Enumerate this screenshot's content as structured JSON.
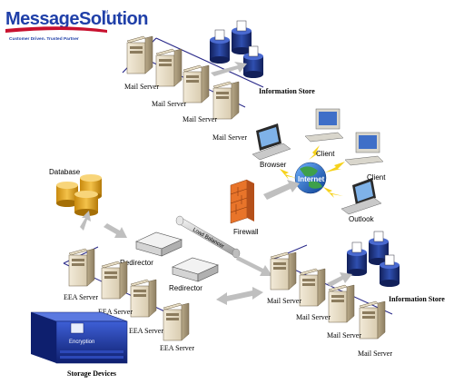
{
  "brand": {
    "name": "MessageSolution",
    "tm": "TM",
    "tagline": "Customer Driven. Trusted Partner"
  },
  "labels": {
    "info_store_top": "Information Store",
    "info_store_right": "Information Store",
    "mail_server": "Mail Server",
    "browser": "Browser",
    "client": "Client",
    "outlook": "Outlook",
    "internet": "Internet",
    "firewall": "Firewall",
    "load_balancer": "Load Balancer",
    "database": "Database",
    "redirector": "Redirector",
    "eea_server": "EEA Server",
    "encryption": "Encryption",
    "storage_devices": "Storage Devices"
  },
  "colors": {
    "brand_red": "#c8102e",
    "brand_blue": "#1f3fa8",
    "db_gold": "#e7a417",
    "store_navy": "#1c2f78",
    "firewall_orange": "#e8742a",
    "arrow_gray": "#bfbfbf",
    "bolt_yellow": "#f6d21c"
  }
}
